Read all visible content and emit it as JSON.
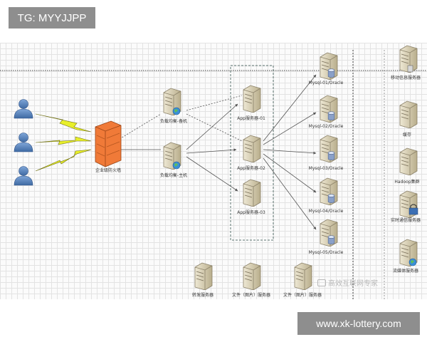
{
  "watermark_top": "TG: MYYJJPP",
  "watermark_bottom": "www.xk-lottery.com",
  "watermark_image": "高效互联网专家",
  "nodes": {
    "firewall": "企业级防火墙",
    "lb_backup": "负载均衡-备机",
    "lb_main": "负载均衡-主机",
    "app1": "App服务器-01",
    "app2": "App服务器-02",
    "app3": "App服务器-03",
    "mysql1": "Mysql-01/Oracle",
    "mysql2": "Mysql-02/Oracle",
    "mysql3": "Mysql-03/Oracle",
    "mysql4": "Mysql-04/Oracle",
    "mysql5": "Mysql-05/Oracle",
    "push": "移动信息服务器",
    "cache": "缓存",
    "hadoop": "Hadoop集群",
    "im": "实时通信服务器",
    "media": "流媒体服务器",
    "relay": "转发服务器",
    "file1": "文件（图片）服务器",
    "file2": "文件（图片）服务器"
  },
  "colors": {
    "user": "#5a86bd",
    "firewall": "#f07a38",
    "lightning": "#e8ef2a",
    "server": "#cfc6a8",
    "database": "#8aa0c8"
  },
  "icons": {
    "user": "user-icon",
    "firewall": "firewall-icon",
    "server": "server-icon",
    "database": "database-icon",
    "globe": "globe-icon",
    "lock": "lock-icon"
  }
}
